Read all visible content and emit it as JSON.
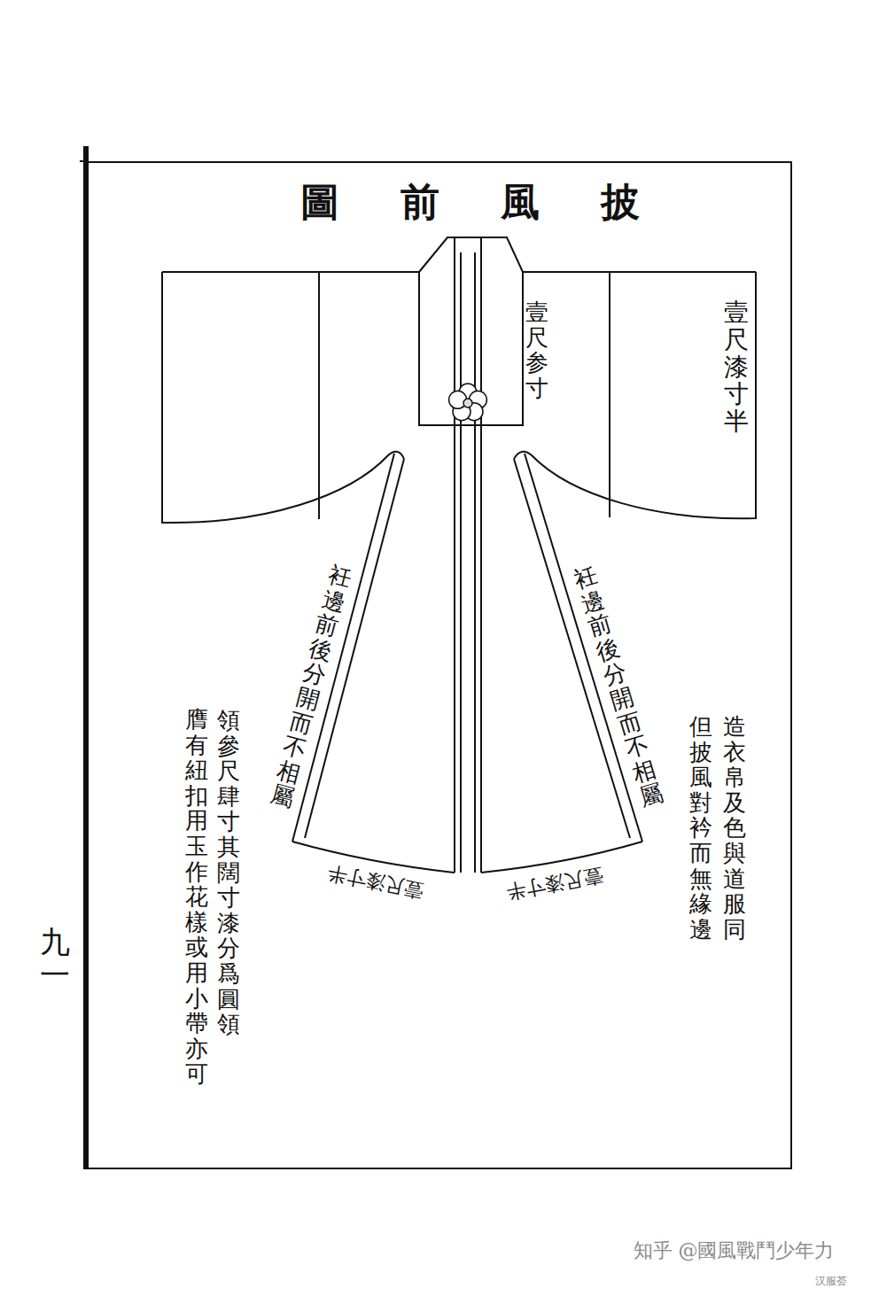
{
  "diagram": {
    "title": "披風前圖",
    "labels": [
      "壹尺参寸",
      "壹尺漆寸半",
      "衽邊前後分開而不相屬",
      "衽邊前後分開而不相屬",
      "壹尺漆寸半",
      "壹尺漆寸半",
      "造衣帛及色與道服同",
      "但披風對衿而無緣邊",
      "領參尺肆寸其闊寸漆分爲圓領",
      "膺有紐扣用玉作花樣或用小帶亦可",
      "九一",
      "知乎 @國風戰鬥少年力",
      "汉服荟"
    ]
  }
}
